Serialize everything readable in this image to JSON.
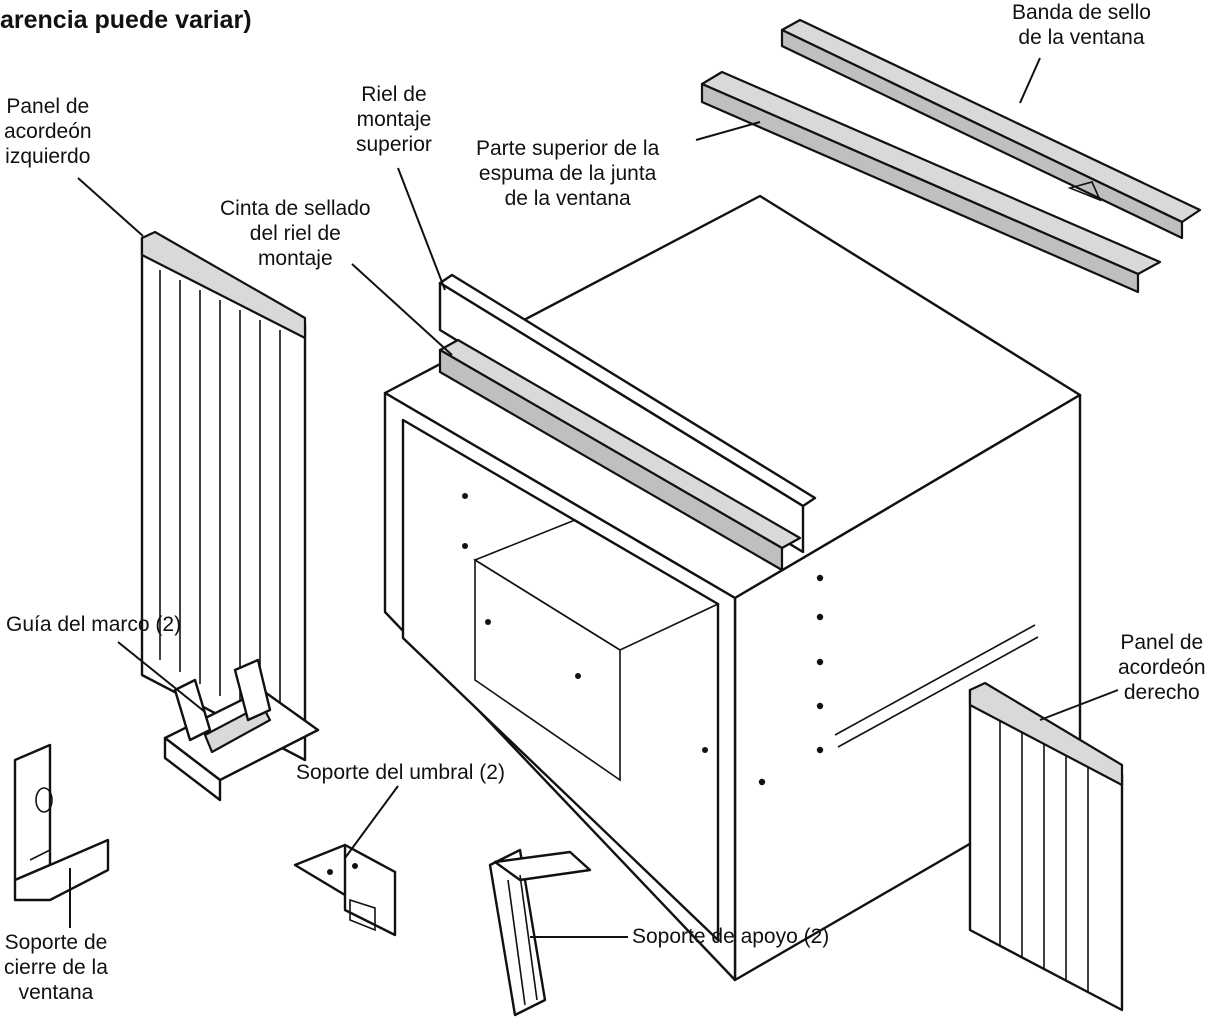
{
  "header": {
    "title": "arencia puede variar)"
  },
  "labels": {
    "window_seal_strip": [
      "Banda de sello",
      "de la ventana"
    ],
    "window_gasket_foam_top": [
      "Parte superior de la",
      "espuma de la junta",
      "de la ventana"
    ],
    "upper_mounting_rail": [
      "Riel de",
      "montaje",
      "superior"
    ],
    "left_accordion_panel": [
      "Panel de",
      "acordeón",
      "izquierdo"
    ],
    "mounting_rail_seal_tape": [
      "Cinta de sellado",
      "del riel de",
      "montaje"
    ],
    "sash_guide": [
      "Guía del marco (2)"
    ],
    "right_accordion_panel": [
      "Panel de",
      "acordeón",
      "derecho"
    ],
    "sill_bracket": [
      "Soporte del umbral (2)"
    ],
    "window_lock_bracket": [
      "Soporte de",
      "cierre de la",
      "ventana"
    ],
    "support_bracket": [
      "Soporte de apoyo (2)"
    ]
  }
}
